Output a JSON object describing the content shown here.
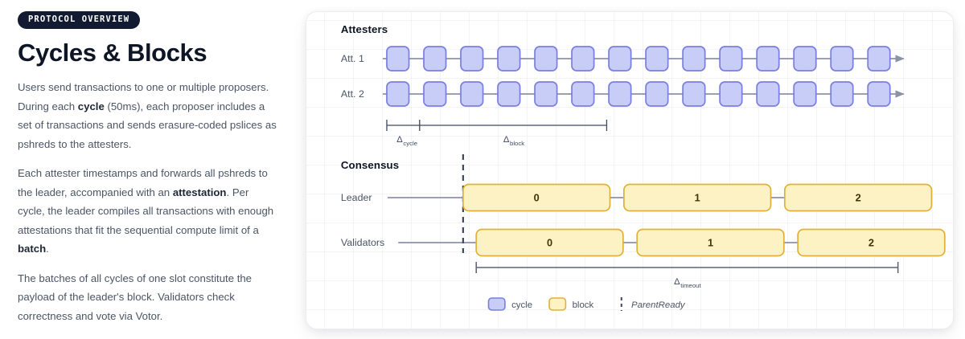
{
  "left": {
    "badge": "PROTOCOL OVERVIEW",
    "title": "Cycles & Blocks",
    "paragraphs": [
      {
        "id": "p1",
        "parts": [
          {
            "text": "Users send transactions to one or multiple proposers. During each ",
            "bold": false
          },
          {
            "text": "cycle",
            "bold": true
          },
          {
            "text": " (50ms), each proposer includes a set of transactions and sends erasure-coded pslices as pshreds to the attesters.",
            "bold": false
          }
        ]
      },
      {
        "id": "p2",
        "parts": [
          {
            "text": "Each attester timestamps and forwards all pshreds to the leader, accompanied with an ",
            "bold": false
          },
          {
            "text": "attestation",
            "bold": true
          },
          {
            "text": ". Per cycle, the leader compiles all transactions with enough attestations that fit the sequential compute limit of a ",
            "bold": false
          },
          {
            "text": "batch",
            "bold": true
          },
          {
            "text": ".",
            "bold": false
          }
        ]
      },
      {
        "id": "p3",
        "parts": [
          {
            "text": "The batches of all cycles of one slot constitute the payload of the leader's block. Validators check correctness and vote via Votor.",
            "bold": false
          }
        ]
      }
    ]
  },
  "diagram": {
    "sections": {
      "attesters_title": "Attesters",
      "consensus_title": "Consensus"
    },
    "rows": {
      "att1_label": "Att. 1",
      "att2_label": "Att. 2",
      "leader_label": "Leader",
      "validators_label": "Validators"
    },
    "cycle_count": 14,
    "leader_blocks": [
      "0",
      "1",
      "2"
    ],
    "validator_blocks": [
      "0",
      "1",
      "2"
    ],
    "annotations": {
      "delta_cycle": {
        "symbol": "Δ",
        "sub": "cycle"
      },
      "delta_block": {
        "symbol": "Δ",
        "sub": "block"
      },
      "delta_timeout": {
        "symbol": "Δ",
        "sub": "timeout"
      }
    },
    "legend": [
      {
        "id": "cycle",
        "label": "cycle",
        "kind": "swatch",
        "fill": "#c7cdf7",
        "stroke": "#7b7fe0"
      },
      {
        "id": "block",
        "label": "block",
        "kind": "swatch",
        "fill": "#fdf2c4",
        "stroke": "#e0b13a"
      },
      {
        "id": "parentready",
        "label": "ParentReady",
        "kind": "dashed",
        "stroke": "#3f4a63"
      }
    ],
    "colors": {
      "cycle_fill": "#c7cdf7",
      "cycle_stroke": "#7b7fe0",
      "block_fill": "#fdf2c4",
      "block_stroke": "#e0b13a",
      "axis": "#8b93a7",
      "annotation": "#3f4a63",
      "badge_bg": "#131b33",
      "title": "#0e1525",
      "body_text": "#4b5565"
    }
  }
}
